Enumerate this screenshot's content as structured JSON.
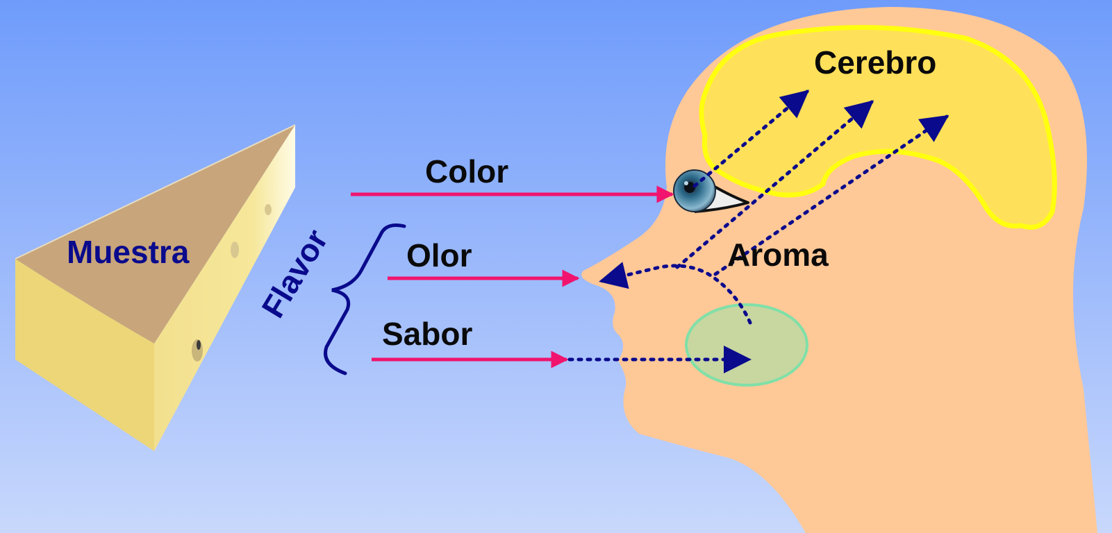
{
  "labels": {
    "sample": "Muestra",
    "flavor": "Flavor",
    "color": "Color",
    "smell": "Olor",
    "taste": "Sabor",
    "aroma": "Aroma",
    "brain": "Cerebro"
  },
  "colors": {
    "background_top": "#6f9cfb",
    "background_bottom": "#c8d8fc",
    "stimulus_arrow": "#f0146e",
    "signal_path": "#0a0a8c",
    "head": "#ffc897",
    "brain_fill": "#ffe05a",
    "brain_outline": "#ffff10",
    "mouth_fill": "#c8d6a0",
    "mouth_outline": "#7fe0a8",
    "cheese_top": "#c8a57a",
    "cheese_side": "#eedb80"
  },
  "icons": {
    "sample": "cheese-wedge",
    "eye": "eye-icon",
    "bracket": "curly-brace"
  }
}
